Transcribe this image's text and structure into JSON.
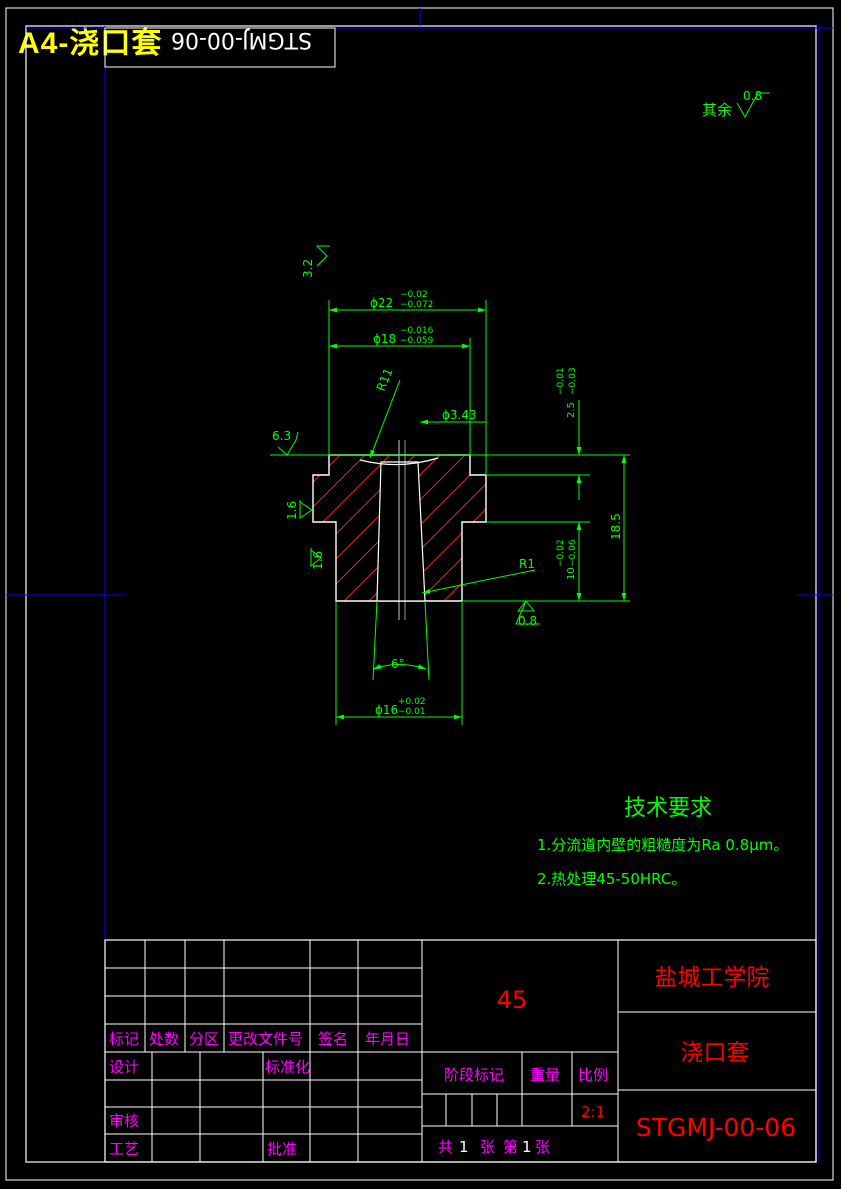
{
  "sheet_title": "A4-浇口套",
  "flipped_code": "STGMJ-00-06",
  "roughness": {
    "other_label": "其余",
    "other_value": "0.8",
    "top": "3.2",
    "left_top": "6.3",
    "flange": "1.6",
    "body": "1.6",
    "bottom": "0.8"
  },
  "dimensions": {
    "d22": "ϕ22",
    "d22_upper": "−0.02",
    "d22_lower": "−0.072",
    "d18": "ϕ18",
    "d18_upper": "−0.016",
    "d18_lower": "−0.059",
    "r11": "R11",
    "d343": "ϕ3.43",
    "h25": "2.5",
    "h25_upper": "−0.01",
    "h25_lower": "−0.03",
    "h10": "10",
    "h10_upper": "−0.02",
    "h10_lower": "−0.06",
    "total": "18.5",
    "r1": "R1",
    "angle": "6°",
    "d16": "ϕ16",
    "d16_upper": "+0.02",
    "d16_lower": "−0.01"
  },
  "tech": {
    "title": "技术要求",
    "line1": "1.分流道内壁的粗糙度为Ra 0.8μm。",
    "line2": "2.热处理45-50HRC。"
  },
  "title_block": {
    "material": "45",
    "school": "盐城工学院",
    "part_name": "浇口套",
    "code": "STGMJ-00-06",
    "h_mark": "标记",
    "h_count": "处数",
    "h_zone": "分区",
    "h_docno": "更改文件号",
    "h_sign": "签名",
    "h_date": "年月日",
    "design": "设计",
    "standard": "标准化",
    "review": "审核",
    "process": "工艺",
    "approve": "批准",
    "stage": "阶段标记",
    "weight": "重量",
    "scale_label": "比例",
    "scale": "2:1",
    "total_prefix": "共",
    "total_n": "1",
    "sheets_word": "张",
    "sheet_prefix": "第",
    "sheet_n": "1",
    "sheet_suffix": "张"
  },
  "colors": {
    "frame": "#ffffff",
    "center": "#0000ff",
    "dimension": "#00ff00",
    "title_label": "#ff00ff",
    "title_value": "#ff0000",
    "hatch": "#ff3030",
    "sheet_title": "#ffff00"
  }
}
